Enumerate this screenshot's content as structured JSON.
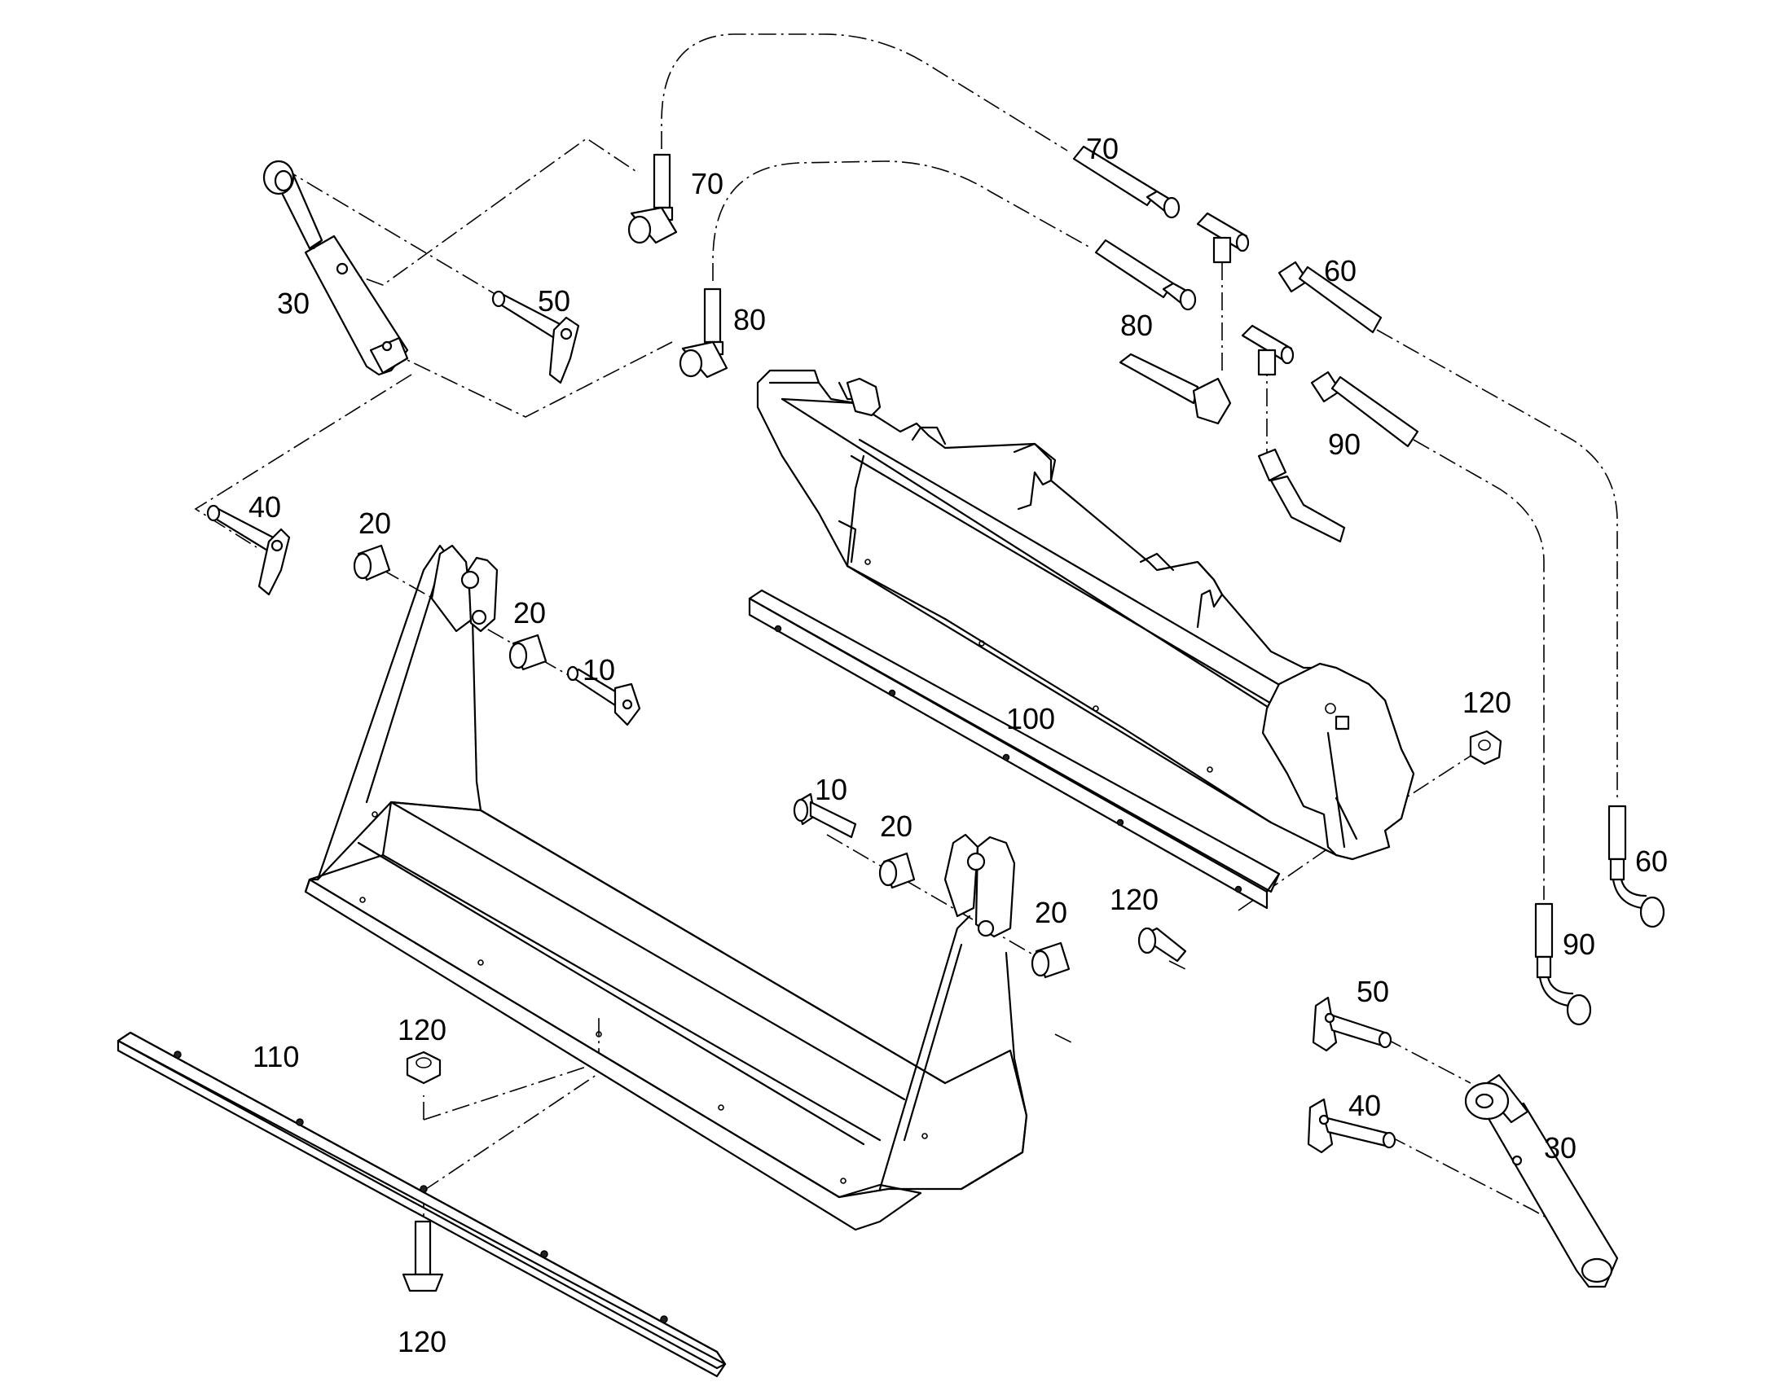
{
  "labels": {
    "p10_a": "10",
    "p10_b": "10",
    "p20_a": "20",
    "p20_b": "20",
    "p20_c": "20",
    "p20_d": "20",
    "p30_a": "30",
    "p30_b": "30",
    "p40_a": "40",
    "p40_b": "40",
    "p50_a": "50",
    "p50_b": "50",
    "p60_a": "60",
    "p60_b": "60",
    "p70_a": "70",
    "p70_b": "70",
    "p80_a": "80",
    "p80_b": "80",
    "p90_a": "90",
    "p90_b": "90",
    "p100": "100",
    "p110": "110",
    "p120_a": "120",
    "p120_b": "120",
    "p120_c": "120",
    "p120_d": "120"
  }
}
